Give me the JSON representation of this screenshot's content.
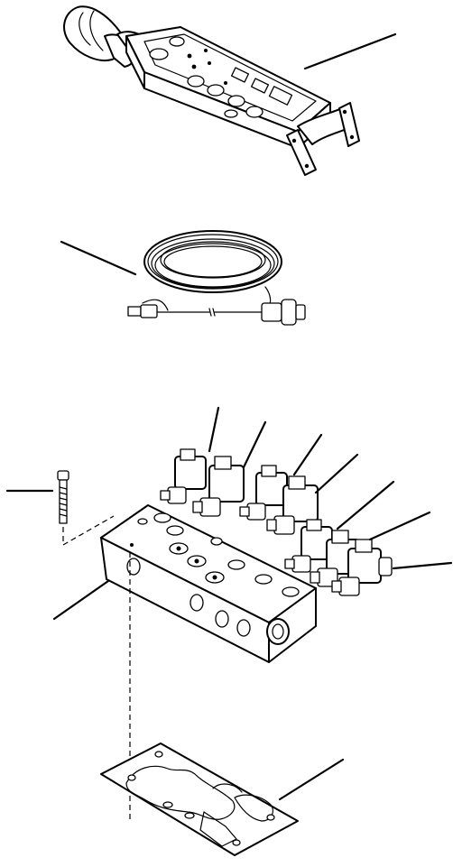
{
  "diagram": {
    "parts": [
      {
        "name": "joystick-control-unit",
        "icon": "joystick-icon"
      },
      {
        "name": "wiring-harness",
        "icon": "cable-coil-icon"
      },
      {
        "name": "solenoid-valve-1",
        "icon": "solenoid-icon"
      },
      {
        "name": "solenoid-valve-2",
        "icon": "solenoid-icon"
      },
      {
        "name": "solenoid-valve-3",
        "icon": "solenoid-icon"
      },
      {
        "name": "solenoid-valve-4",
        "icon": "solenoid-icon"
      },
      {
        "name": "solenoid-valve-5",
        "icon": "solenoid-icon"
      },
      {
        "name": "solenoid-valve-6",
        "icon": "solenoid-icon"
      },
      {
        "name": "solenoid-valve-7",
        "icon": "solenoid-icon"
      },
      {
        "name": "mounting-bolt",
        "icon": "bolt-icon"
      },
      {
        "name": "valve-manifold-block",
        "icon": "manifold-icon"
      },
      {
        "name": "mounting-gasket",
        "icon": "gasket-icon"
      }
    ],
    "callout_count": 12
  }
}
